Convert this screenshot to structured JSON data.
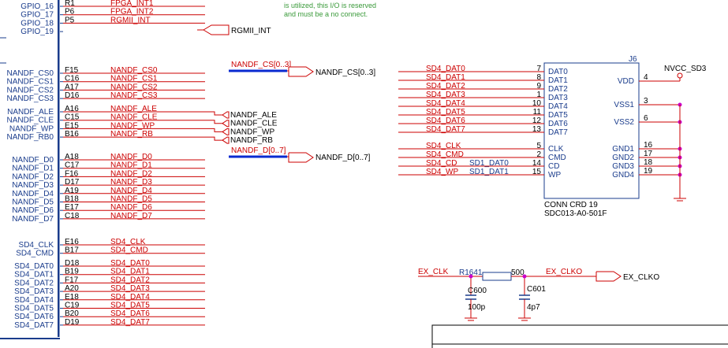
{
  "note": [
    "is utilized, this I/O is reserved",
    "and must be a no connect."
  ],
  "left_pins_top": [
    {
      "name": "GPIO_16",
      "num": "R1",
      "net": "FPGA_INT1"
    },
    {
      "name": "GPIO_17",
      "num": "P6",
      "net": "FPGA_INT2"
    },
    {
      "name": "GPIO_18",
      "num": "P5",
      "net": "RGMII_INT"
    },
    {
      "name": "GPIO_19",
      "num": "",
      "net": ""
    }
  ],
  "offpage_rgmii": "RGMII_INT",
  "nand_cs_pins": [
    {
      "name": "NANDF_CS0",
      "num": "F15",
      "net": "NANDF_CS0"
    },
    {
      "name": "NANDF_CS1",
      "num": "C16",
      "net": "NANDF_CS1"
    },
    {
      "name": "NANDF_CS2",
      "num": "A17",
      "net": "NANDF_CS2"
    },
    {
      "name": "NANDF_CS3",
      "num": "D16",
      "net": "NANDF_CS3"
    }
  ],
  "nand_ctl_pins": [
    {
      "name": "NANDF_ALE",
      "num": "A16",
      "net": "NANDF_ALE"
    },
    {
      "name": "NANDF_CLE",
      "num": "C15",
      "net": "NANDF_CLE"
    },
    {
      "name": "NANDF_WP",
      "num": "E15",
      "net": "NANDF_WP"
    },
    {
      "name": "NANDF_RB0",
      "num": "B16",
      "net": "NANDF_RB"
    }
  ],
  "nand_ctl_offpage": [
    "NANDF_ALE",
    "NANDF_CLE",
    "NANDF_WP",
    "NANDF_RB"
  ],
  "nand_d_pins": [
    {
      "name": "NANDF_D0",
      "num": "A18",
      "net": "NANDF_D0"
    },
    {
      "name": "NANDF_D1",
      "num": "C17",
      "net": "NANDF_D1"
    },
    {
      "name": "NANDF_D2",
      "num": "F16",
      "net": "NANDF_D2"
    },
    {
      "name": "NANDF_D3",
      "num": "D17",
      "net": "NANDF_D3"
    },
    {
      "name": "NANDF_D4",
      "num": "A19",
      "net": "NANDF_D4"
    },
    {
      "name": "NANDF_D5",
      "num": "B18",
      "net": "NANDF_D5"
    },
    {
      "name": "NANDF_D6",
      "num": "E17",
      "net": "NANDF_D6"
    },
    {
      "name": "NANDF_D7",
      "num": "C18",
      "net": "NANDF_D7"
    }
  ],
  "sd4_ctl_pins": [
    {
      "name": "SD4_CLK",
      "num": "E16",
      "net": "SD4_CLK"
    },
    {
      "name": "SD4_CMD",
      "num": "B17",
      "net": "SD4_CMD"
    }
  ],
  "sd4_dat_pins": [
    {
      "name": "SD4_DAT0",
      "num": "D18",
      "net": "SD4_DAT0"
    },
    {
      "name": "SD4_DAT1",
      "num": "B19",
      "net": "SD4_DAT1"
    },
    {
      "name": "SD4_DAT2",
      "num": "F17",
      "net": "SD4_DAT2"
    },
    {
      "name": "SD4_DAT3",
      "num": "A20",
      "net": "SD4_DAT3"
    },
    {
      "name": "SD4_DAT4",
      "num": "E18",
      "net": "SD4_DAT4"
    },
    {
      "name": "SD4_DAT5",
      "num": "C19",
      "net": "SD4_DAT5"
    },
    {
      "name": "SD4_DAT6",
      "num": "B20",
      "net": "SD4_DAT6"
    },
    {
      "name": "SD4_DAT7",
      "num": "D19",
      "net": "SD4_DAT7"
    }
  ],
  "bus_cs": {
    "label": "NANDF_CS[0..3]",
    "offpage": "NANDF_CS[0..3]"
  },
  "bus_d": {
    "label": "NANDF_D[0..7]",
    "offpage": "NANDF_D[0..7]"
  },
  "j6": {
    "ref": "J6",
    "name": "CONN CRD 19",
    "part": "SDC013-A0-501F",
    "power_net": "NVCC_SD3",
    "left": [
      {
        "net": "SD4_DAT0",
        "num": "7",
        "pin": "DAT0"
      },
      {
        "net": "SD4_DAT1",
        "num": "8",
        "pin": "DAT1"
      },
      {
        "net": "SD4_DAT2",
        "num": "9",
        "pin": "DAT2"
      },
      {
        "net": "SD4_DAT3",
        "num": "1",
        "pin": "DAT3"
      },
      {
        "net": "SD4_DAT4",
        "num": "10",
        "pin": "DAT4"
      },
      {
        "net": "SD4_DAT5",
        "num": "11",
        "pin": "DAT5"
      },
      {
        "net": "SD4_DAT6",
        "num": "12",
        "pin": "DAT6"
      },
      {
        "net": "SD4_DAT7",
        "num": "13",
        "pin": "DAT7"
      },
      {
        "net": "SD4_CLK",
        "num": "5",
        "pin": "CLK"
      },
      {
        "net": "SD4_CMD",
        "num": "2",
        "pin": "CMD"
      },
      {
        "net": "SD4_CD",
        "num": "14",
        "pin": "CD",
        "alias": "SD1_DAT0"
      },
      {
        "net": "SD4_WP",
        "num": "15",
        "pin": "WP",
        "alias": "SD1_DAT1"
      }
    ],
    "right": [
      {
        "pin": "VDD",
        "num": "4"
      },
      {
        "pin": "VSS1",
        "num": "3"
      },
      {
        "pin": "VSS2",
        "num": "6"
      },
      {
        "pin": "GND1",
        "num": "16"
      },
      {
        "pin": "GND2",
        "num": "17"
      },
      {
        "pin": "GND3",
        "num": "18"
      },
      {
        "pin": "GND4",
        "num": "19"
      }
    ]
  },
  "clk_circuit": {
    "in_net": "EX_CLK",
    "resistor": "R1641",
    "res_value": "500",
    "out_net": "EX_CLKO",
    "offpage": "EX_CLKO",
    "c1_ref": "C600",
    "c1_value": "100p",
    "c2_ref": "C601",
    "c2_value": "4p7"
  }
}
